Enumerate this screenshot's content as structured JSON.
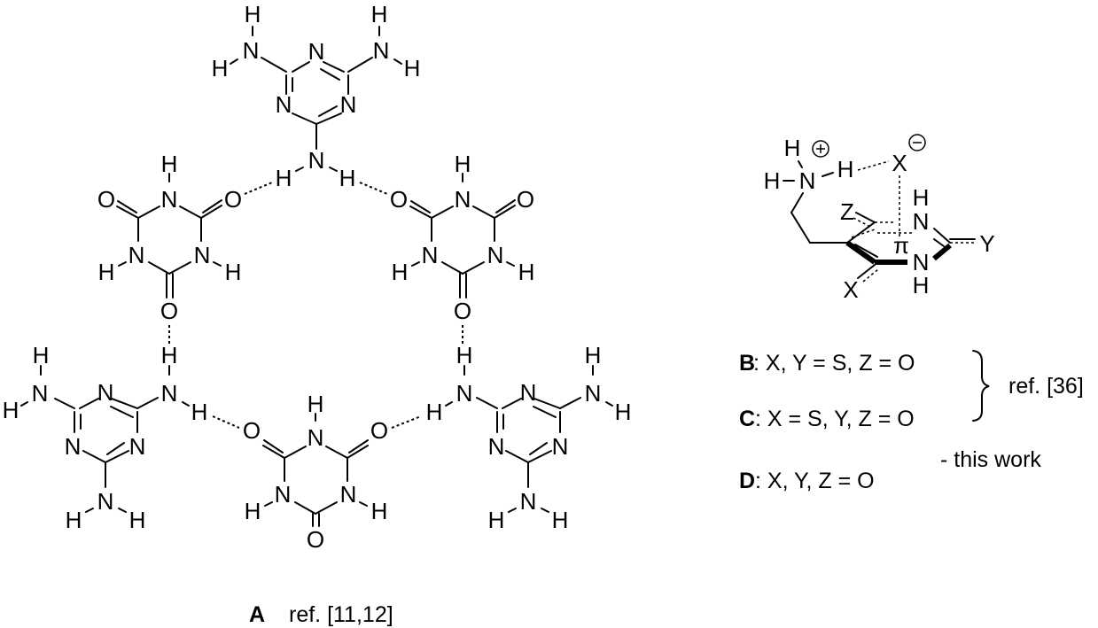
{
  "figure": {
    "background": "#ffffff",
    "ink": "#000000",
    "structure_A": {
      "label": "A",
      "reference": "ref. [11,12]",
      "description": "Melamine–cyanuric acid hydrogen-bonded rosette",
      "atoms": {
        "N": "N",
        "H": "H",
        "O": "O"
      }
    },
    "structure_BCD": {
      "atoms": {
        "H": "H",
        "N": "N",
        "X": "X",
        "Y": "Y",
        "Z": "Z",
        "pi": "π",
        "plus": "+",
        "minus": "−"
      },
      "variants": [
        {
          "id": "B",
          "formula": ": X, Y = S, Z = O"
        },
        {
          "id": "C",
          "formula": ": X = S, Y, Z = O"
        },
        {
          "id": "D",
          "formula": ": X, Y, Z = O"
        }
      ],
      "brace_reference": "ref. [36]",
      "this_work": "-  this work"
    }
  }
}
